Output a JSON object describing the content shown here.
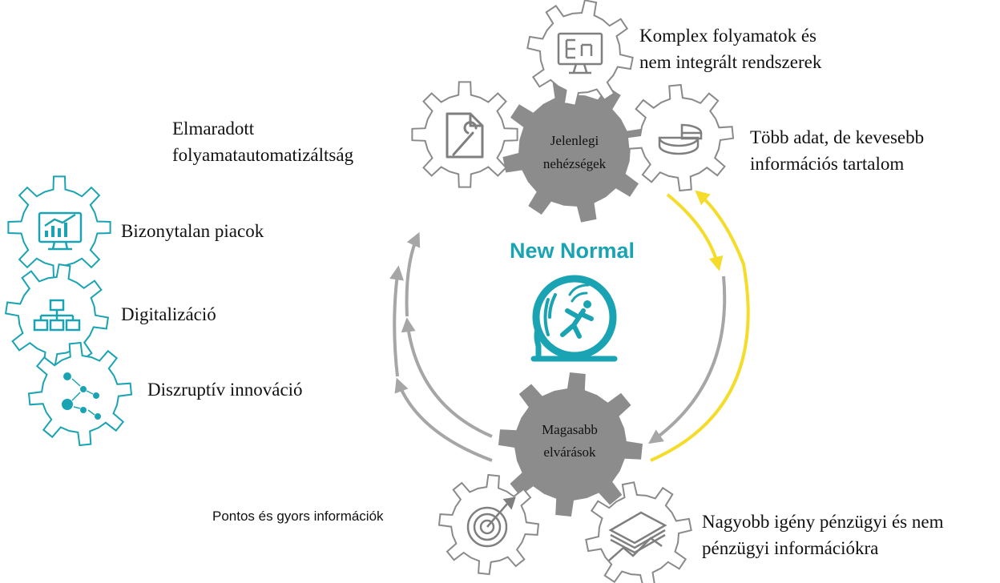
{
  "colors": {
    "teal": "#1aa3b3",
    "gear_gray": "#8c8c8c",
    "outline_gray": "#8a8a8a",
    "arrow_gray": "#a6a6a6",
    "arrow_yellow": "#f5dc2a",
    "text": "#111111"
  },
  "center": {
    "title": "New Normal",
    "icon": "hamster-wheel-runner-icon"
  },
  "main_gears": {
    "top": {
      "line1": "Jelenlegi",
      "line2": "nehézségek"
    },
    "bottom": {
      "line1": "Magasabb",
      "line2": "elvárások"
    }
  },
  "challenges": [
    {
      "icon": "document-wrench-icon",
      "line1": "Elmaradott",
      "line2": "folyamatautomatizáltság"
    },
    {
      "icon": "monitor-flowchart-icon",
      "line1": "Komplex folyamatok és",
      "line2": "nem integrált rendszerek"
    },
    {
      "icon": "pie-chart-3d-icon",
      "line1": "Több adat, de kevesebb",
      "line2": "információs tartalom"
    }
  ],
  "expectations": [
    {
      "icon": "target-dart-icon",
      "line1": "Pontos és gyors információk"
    },
    {
      "icon": "money-stack-chart-icon",
      "line1": "Nagyobb igény pénzügyi és nem",
      "line2": "pénzügyi információkra"
    }
  ],
  "drivers": [
    {
      "icon": "monitor-bar-chart-icon",
      "label": "Bizonytalan piacok"
    },
    {
      "icon": "org-chart-icon",
      "label": "Digitalizáció"
    },
    {
      "icon": "network-nodes-icon",
      "label": "Diszruptív innováció"
    }
  ]
}
